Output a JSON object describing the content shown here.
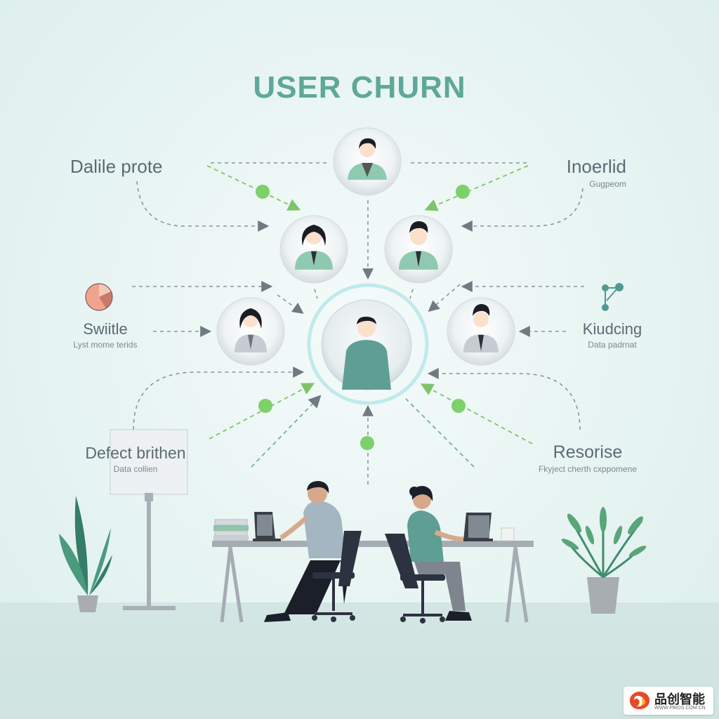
{
  "title": "USER CHURN",
  "labels": {
    "top_left": {
      "main": "Dalile prote"
    },
    "top_right": {
      "main": "Inoerlid",
      "sub": "Gugpeom"
    },
    "mid_left": {
      "main": "Swiitle",
      "sub": "Lyst mome terids"
    },
    "mid_right": {
      "main": "Kiudcing",
      "sub": "Data padrnat"
    },
    "bottom_left": {
      "main": "Defect brithen",
      "sub": "Data collien"
    },
    "bottom_right": {
      "main": "Resorise",
      "sub": "Fkyject cherth cxppomene"
    }
  },
  "nodes": [
    {
      "id": "top",
      "shirt": "#8fc9b2",
      "hair": "#1c1c24"
    },
    {
      "id": "upper-left",
      "shirt": "#8fc9b2",
      "hair": "#1c1c24"
    },
    {
      "id": "upper-right",
      "shirt": "#8fc9b2",
      "hair": "#1c1c24"
    },
    {
      "id": "middle-left",
      "shirt": "#c7ccd2",
      "hair": "#1c1c24"
    },
    {
      "id": "middle-right",
      "shirt": "#c7ccd2",
      "hair": "#1c1c24"
    },
    {
      "id": "center",
      "shirt": "#5f9e94",
      "hair": "#1c1c24"
    }
  ],
  "colors": {
    "title": "#5fa898",
    "arrow": "#7ec467",
    "dot": "#7dd06a",
    "dashed": "#8a939a",
    "ring": "#bfeaeb"
  },
  "icons": [
    "pie-chart-icon",
    "network-icon",
    "plant-icon",
    "laptop-icon"
  ],
  "watermark": {
    "text": "品创智能",
    "url": "WWW.PBIDS.COM.CN"
  }
}
